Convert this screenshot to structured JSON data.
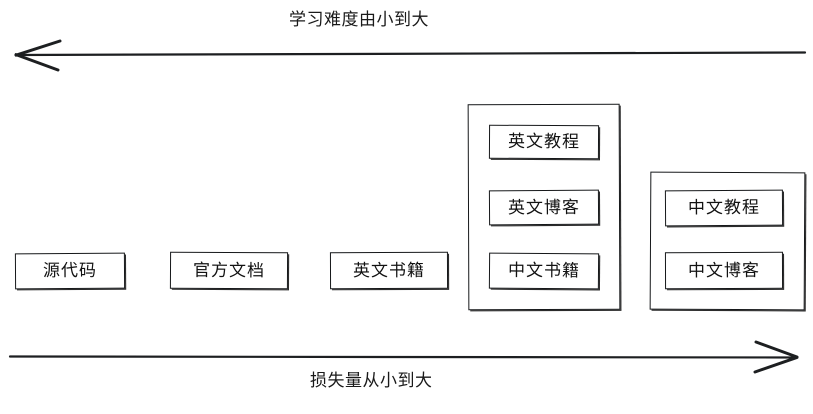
{
  "diagram": {
    "title_top": "学习难度由小到大",
    "title_bottom": "损失量从小到大",
    "axes": [
      {
        "name": "difficulty-axis",
        "caption": "学习难度由小到大",
        "direction": "left",
        "position": "top"
      },
      {
        "name": "loss-axis",
        "caption": "损失量从小到大",
        "direction": "right",
        "position": "bottom"
      }
    ],
    "nodes": [
      {
        "id": "source-code",
        "label": "源代码"
      },
      {
        "id": "official-docs",
        "label": "官方文档"
      },
      {
        "id": "english-books",
        "label": "英文书籍"
      }
    ],
    "groups": [
      {
        "id": "english-group",
        "items": [
          {
            "id": "english-tutorial",
            "label": "英文教程"
          },
          {
            "id": "english-blog",
            "label": "英文博客"
          },
          {
            "id": "chinese-books",
            "label": "中文书籍"
          }
        ]
      },
      {
        "id": "chinese-group",
        "items": [
          {
            "id": "chinese-tutorial",
            "label": "中文教程"
          },
          {
            "id": "chinese-blog",
            "label": "中文博客"
          }
        ]
      }
    ],
    "colors": {
      "background": "#ffffff",
      "stroke": "#16181a",
      "text": "#121212"
    }
  }
}
